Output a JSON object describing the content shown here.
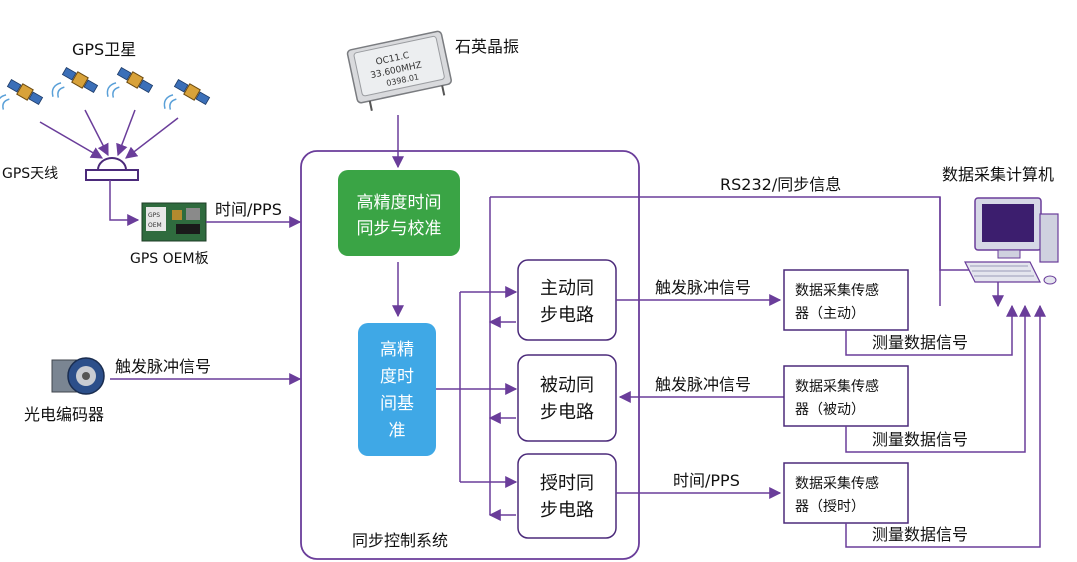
{
  "labels": {
    "gps_satellite": "GPS卫星",
    "gps_antenna": "GPS天线",
    "gps_oem": "GPS OEM板",
    "time_pps_in": "时间/PPS",
    "crystal": "石英晶振",
    "encoder": "光电编码器",
    "trigger_in": "触发脉冲信号",
    "hp_sync_line1": "高精度时间",
    "hp_sync_line2": "同步与校准",
    "hp_ref_line1": "高精",
    "hp_ref_line2": "度时",
    "hp_ref_line3": "间基",
    "hp_ref_line4": "准",
    "active_line1": "主动同",
    "active_line2": "步电路",
    "passive_line1": "被动同",
    "passive_line2": "步电路",
    "timing_line1": "授时同",
    "timing_line2": "步电路",
    "sync_system": "同步控制系统",
    "rs232": "RS232/同步信息",
    "computer": "数据采集计算机",
    "trigger_out1": "触发脉冲信号",
    "trigger_out2": "触发脉冲信号",
    "time_pps_out": "时间/PPS",
    "sensor_a_line1": "数据采集传感",
    "sensor_a_line2": "器（主动）",
    "sensor_p_line1": "数据采集传感",
    "sensor_p_line2": "器（被动）",
    "sensor_t_line1": "数据采集传感",
    "sensor_t_line2": "器（授时）",
    "meas1": "测量数据信号",
    "meas2": "测量数据信号",
    "meas3": "测量数据信号",
    "crystal_marking1": "OC11.C",
    "crystal_marking2": "33.600MHZ",
    "crystal_marking3": "0398.01",
    "oem_board_text": "GPS",
    "oem_board_text2": "OEM"
  },
  "colors": {
    "line": "#6a3d9a",
    "green_box": "#3aa445",
    "blue_box": "#3fa8e6",
    "box_border": "#4b2a7a"
  }
}
